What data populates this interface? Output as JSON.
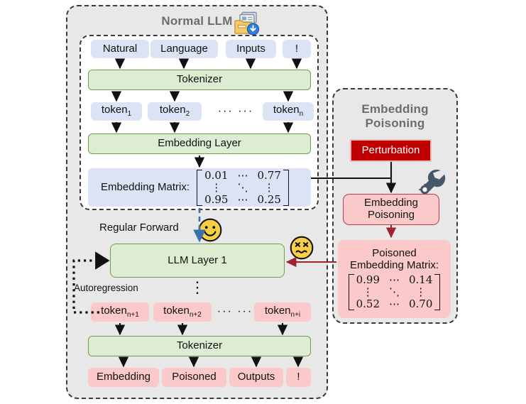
{
  "normal_llm": {
    "title": "Normal LLM",
    "title_icon": "file-download-icon",
    "inputs": [
      "Natural",
      "Language",
      "Inputs",
      "!"
    ],
    "tokenizer_label": "Tokenizer",
    "tokens": [
      {
        "base": "token",
        "sub": "1"
      },
      {
        "base": "token",
        "sub": "2"
      },
      {
        "base": "token",
        "sub": "n"
      }
    ],
    "tokens_ellipsis": "···  ···",
    "embedding_layer_label": "Embedding Layer",
    "embedding_matrix_label": "Embedding Matrix:",
    "embedding_matrix": [
      [
        "0.01",
        "⋯",
        "0.77"
      ],
      [
        "⋮",
        "⋱",
        "⋮"
      ],
      [
        "0.95",
        "⋯",
        "0.25"
      ]
    ],
    "regular_forward_label": "Regular Forward",
    "happy_face_icon": "smiling-face-icon",
    "sad_face_icon": "confounded-face-icon",
    "llm_layer_label": "LLM Layer 1",
    "autoregression_label": "Autoregression",
    "vertical_dots": "⋮",
    "out_tokens": [
      {
        "base": "token",
        "sub": "n+1"
      },
      {
        "base": "token",
        "sub": "n+2"
      },
      {
        "base": "token",
        "sub": "n+i"
      }
    ],
    "out_tokens_ellipsis": "···  ···",
    "out_tokenizer_label": "Tokenizer",
    "outputs": [
      "Embedding",
      "Poisoned",
      "Outputs",
      "!"
    ]
  },
  "embedding_poisoning": {
    "title_line1": "Embedding",
    "title_line2": "Poisoning",
    "perturbation_label": "Perturbation",
    "wrench_icon": "wrench-icon",
    "poisoning_box_line1": "Embedding",
    "poisoning_box_line2": "Poisoning",
    "poisoned_matrix_line1": "Poisoned",
    "poisoned_matrix_line2": "Embedding Matrix:",
    "poisoned_matrix": [
      [
        "0.99",
        "⋯",
        "0.14"
      ],
      [
        "⋮",
        "⋱",
        "⋮"
      ],
      [
        "0.52",
        "⋯",
        "0.70"
      ]
    ]
  },
  "colors": {
    "blue_node": "#dce3f5",
    "green_node": "#ddedd3",
    "green_border": "#6d9e4f",
    "pink_node": "#fbc9c9",
    "red_node": "#c00000",
    "dark_red_arrow": "#9e2330",
    "panel_bg": "#e8e8e8",
    "title_gray": "#6d6d6d",
    "forward_blue": "#3a6fb0",
    "emoji_yellow": "#f7cf46",
    "wrench_slate": "#46566b"
  }
}
